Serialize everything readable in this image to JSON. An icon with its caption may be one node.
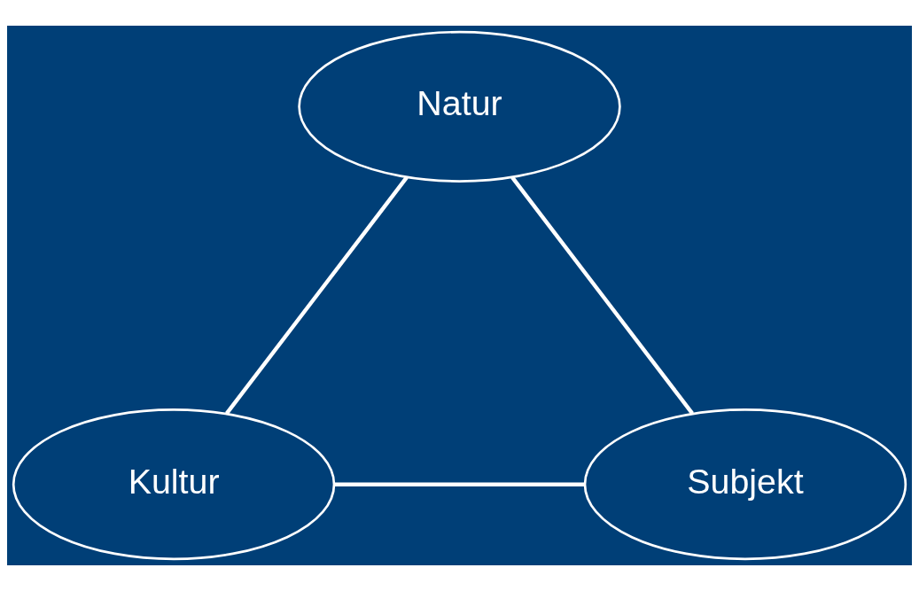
{
  "diagram": {
    "nodes": [
      {
        "text": [
          "Natur"
        ]
      },
      {
        "text": [
          "Kultur"
        ]
      },
      {
        "text": [
          "Subjekt"
        ]
      }
    ],
    "edges": [
      {
        "from": 0,
        "to": 1,
        "arrow": "none"
      },
      {
        "from": 0,
        "to": 2,
        "arrow": "none"
      },
      {
        "from": 1,
        "to": 2,
        "arrow": "none"
      }
    ]
  }
}
